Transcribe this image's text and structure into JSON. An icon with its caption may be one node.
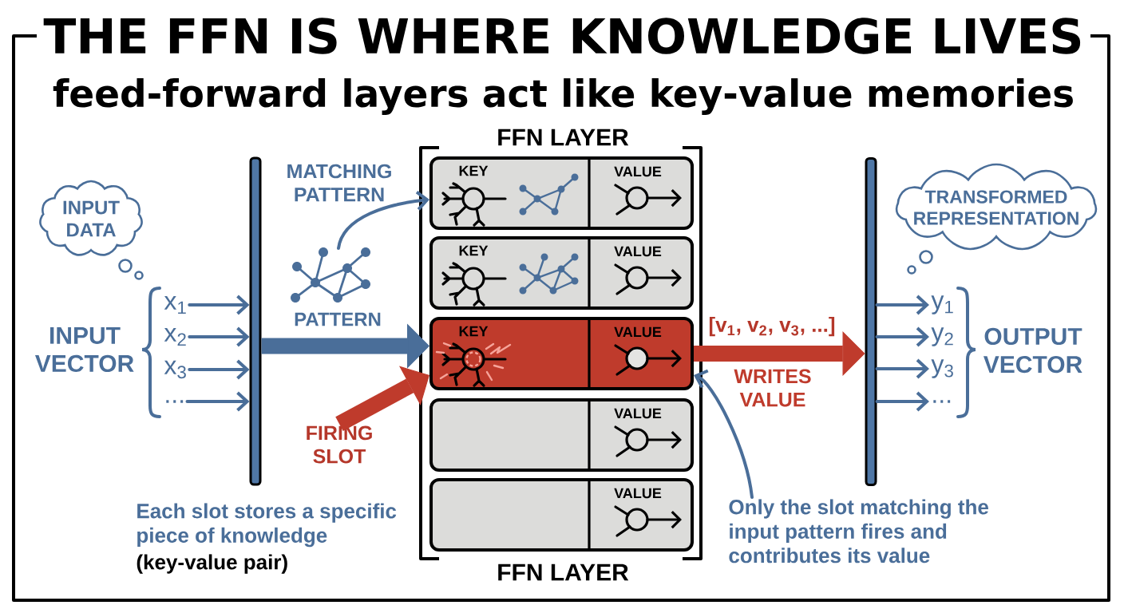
{
  "diagram": {
    "title": "THE FFN IS WHERE KNOWLEDGE LIVES",
    "nodes": [
      {
        "text": [
          "INPUT DATA"
        ]
      },
      {
        "text": [
          "x$_{1}$"
        ]
      },
      {
        "text": [
          "x$_{2}$"
        ]
      },
      {
        "text": [
          "x$_{3}$"
        ]
      },
      {
        "text": [
          "..."
        ]
      },
      {
        "text": [],
        "shape": "bar"
      },
      {
        "text": [],
        "shape": "picture",
        "beside": [
          "PATTERN"
        ]
      },
      {
        "text": [
          "FIRING SLOT"
        ]
      },
      {
        "text": [
          "FFN LAYER",
          "FFN LAYER"
        ]
      },
      {
        "text": [
          "KEY",
          "VALUE"
        ],
        "in": 8
      },
      {
        "text": [
          "KEY",
          "VALUE"
        ],
        "in": 8
      },
      {
        "text": [
          "KEY",
          "VALUE"
        ],
        "in": 8
      },
      {
        "text": [
          "VALUE"
        ],
        "in": 8
      },
      {
        "text": [
          "VALUE"
        ],
        "in": 8
      },
      {
        "text": [],
        "shape": "bar"
      },
      {
        "text": [
          "TRANSFORMED REPRESENTATION"
        ]
      },
      {
        "text": [
          "y$_{1}$"
        ]
      },
      {
        "text": [
          "y$_{2}$"
        ]
      },
      {
        "text": [
          "y$_{3}$"
        ]
      },
      {
        "text": [
          "..."
        ]
      },
      {
        "text": [
          "Only the slot matching the input pattern fires and contributes its value"
        ]
      }
    ],
    "edges": [
      {
        "from": 1,
        "to": 5,
        "arrow": "to"
      },
      {
        "from": 2,
        "to": 5,
        "arrow": "to"
      },
      {
        "from": 3,
        "to": 5,
        "arrow": "to"
      },
      {
        "from": 4,
        "to": 5,
        "arrow": "to"
      },
      {
        "from": 6,
        "to": 9,
        "arrow": "to",
        "label": "MATCHING PATTERN"
      },
      {
        "from": 5,
        "to": 11,
        "arrow": "to",
        "style": "thick"
      },
      {
        "from": 7,
        "to": 11,
        "arrow": "to",
        "style": "thick",
        "color": "#bf3b2c"
      },
      {
        "from": 11,
        "to": 14,
        "arrow": "to",
        "style": "thick",
        "color": "#bf3b2c",
        "label": "WRITES VALUE"
      },
      {
        "from": 14,
        "to": 16,
        "arrow": "to"
      },
      {
        "from": 14,
        "to": 17,
        "arrow": "to"
      },
      {
        "from": 14,
        "to": 18,
        "arrow": "to"
      },
      {
        "from": 14,
        "to": 19,
        "arrow": "to"
      },
      {
        "from": 20,
        "to": 11,
        "arrow": "to"
      }
    ],
    "labels": [
      "feed-forward layers act like key-value memories",
      "INPUT VECTOR",
      "[v$_{1}$, v$_{2}$, v$_{3}$, ...]",
      "OUTPUT VECTOR",
      "Each slot stores a specific piece of knowledge",
      "(key-value pair)"
    ]
  }
}
